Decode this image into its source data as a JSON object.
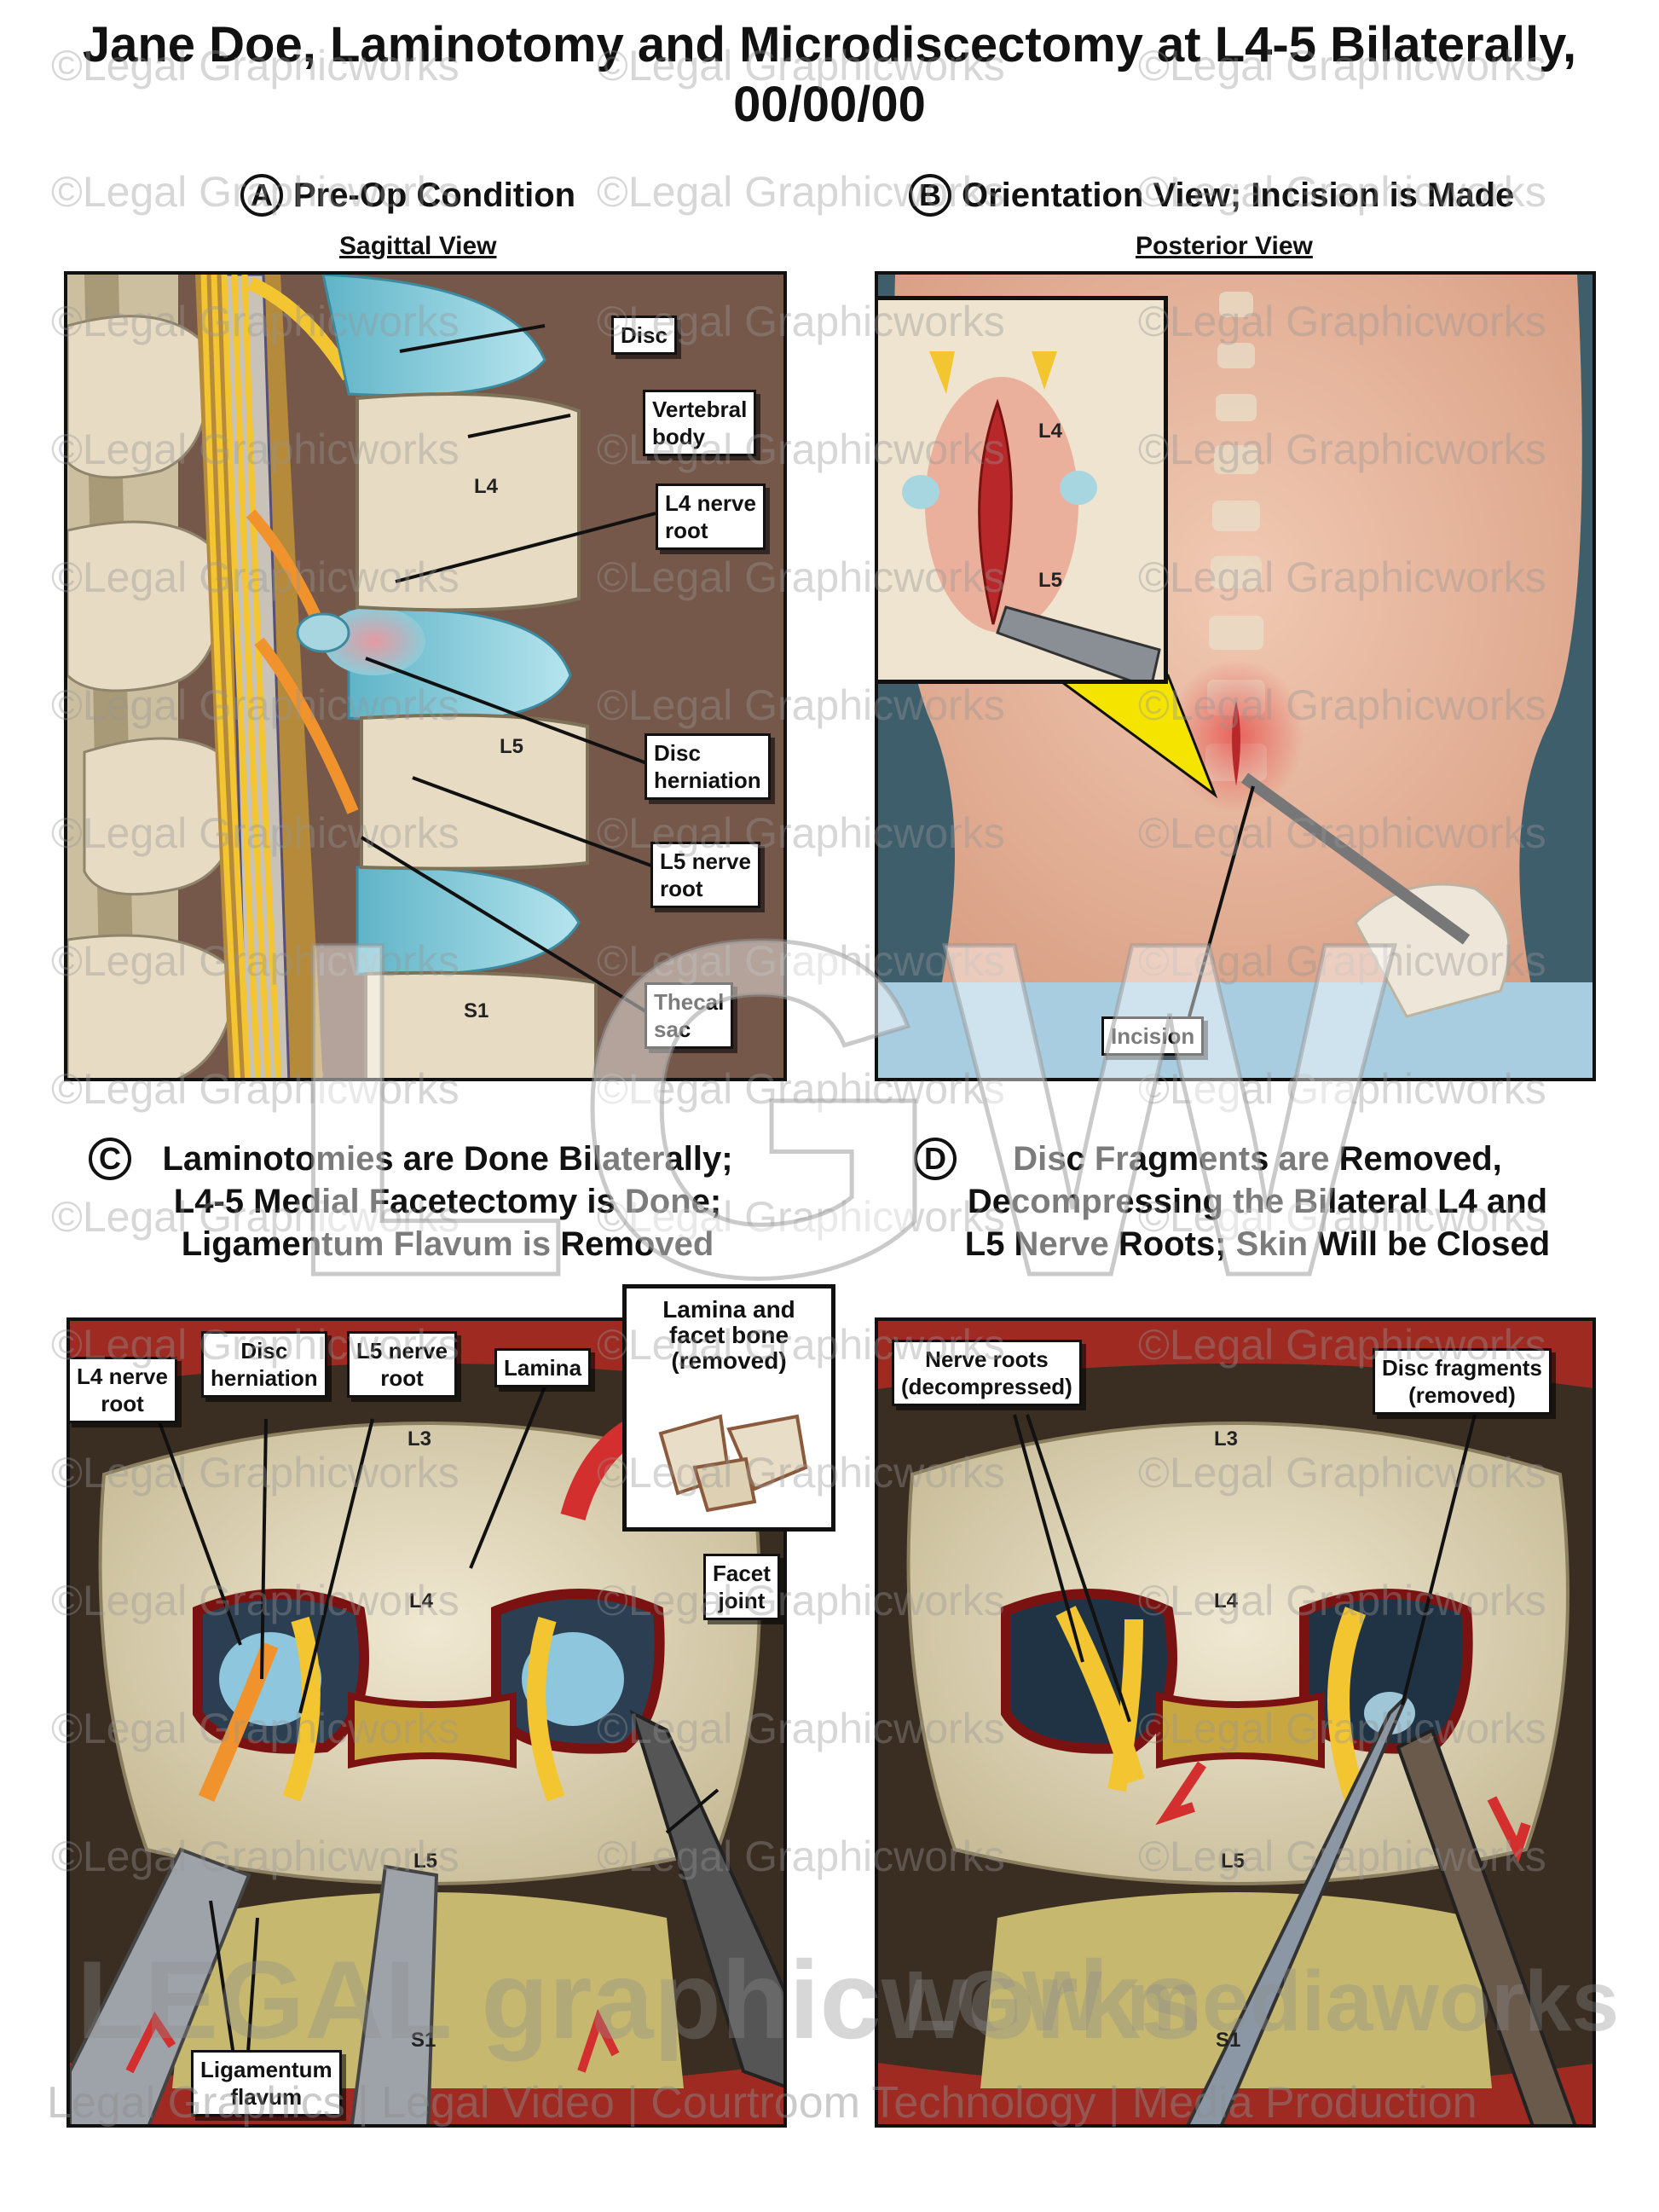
{
  "title": {
    "line1": "Jane Doe, Laminotomy and Microdiscectomy at L4-5 Bilaterally,",
    "line2": "00/00/00"
  },
  "panels": {
    "a": {
      "letter": "A",
      "heading": "Pre-Op Condition",
      "subheading": "Sagittal View",
      "vertebra_labels": [
        "L4",
        "L5",
        "S1"
      ],
      "callouts": {
        "disc": "Disc",
        "vertebral_body": [
          "Vertebral",
          "body"
        ],
        "l4_nerve_root": [
          "L4 nerve",
          "root"
        ],
        "disc_herniation": [
          "Disc",
          "herniation"
        ],
        "l5_nerve_root": [
          "L5 nerve",
          "root"
        ],
        "thecal_sac": [
          "Thecal",
          "sac"
        ]
      }
    },
    "b": {
      "letter": "B",
      "heading": "Orientation View; Incision is Made",
      "subheading": "Posterior View",
      "inset_labels": [
        "L4",
        "L5"
      ],
      "callouts": {
        "incision": "Incision"
      }
    },
    "c": {
      "letter": "C",
      "heading_lines": [
        "Laminotomies are Done Bilaterally;",
        "L4-5 Medial Facetectomy is Done;",
        "Ligamentum Flavum is Removed"
      ],
      "vertebra_labels": [
        "L3",
        "L4",
        "L5",
        "S1"
      ],
      "callouts": {
        "l4_nerve_root": [
          "L4 nerve",
          "root"
        ],
        "disc_herniation": [
          "Disc",
          "herniation"
        ],
        "l5_nerve_root": [
          "L5 nerve",
          "root"
        ],
        "lamina": "Lamina",
        "facet_joint": [
          "Facet",
          "joint"
        ],
        "ligamentum_flavum": [
          "Ligamentum",
          "flavum"
        ]
      },
      "inset_caption": [
        "Lamina and",
        "facet bone",
        "(removed)"
      ]
    },
    "d": {
      "letter": "D",
      "heading_lines": [
        "Disc Fragments are Removed,",
        "Decompressing the Bilateral L4 and",
        "L5 Nerve Roots; Skin Will be Closed"
      ],
      "vertebra_labels": [
        "L3",
        "L4",
        "L5",
        "S1"
      ],
      "callouts": {
        "nerve_roots": [
          "Nerve roots",
          "(decompressed)"
        ],
        "disc_fragments": [
          "Disc fragments",
          "(removed)"
        ]
      }
    }
  },
  "watermark": {
    "text": "©Legal Graphicworks",
    "logo_letters": "LGW",
    "brand_left": "LEGAL graphicworks",
    "brand_right": "LGW mediaworks",
    "footer": "Legal Graphics | Legal Video | Courtroom Technology | Media Production"
  },
  "colors": {
    "bone": "#e7dcc3",
    "disc": "#8ccbd8",
    "nerve": "#f2c531",
    "nerve_orange": "#f0932d",
    "tissue_red": "#b8382f",
    "skin": "#e8b79c",
    "background_brown": "#76584a"
  }
}
